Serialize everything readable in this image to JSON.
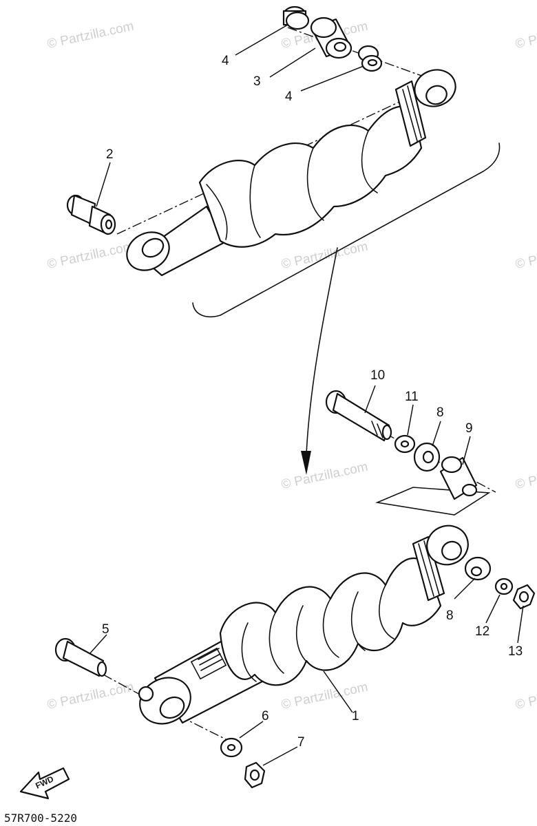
{
  "diagram": {
    "drawing_code": "57R700-5220",
    "fwd_label": "FWD",
    "watermark": "© Partzilla.com",
    "callouts": [
      "1",
      "2",
      "3",
      "4",
      "5",
      "6",
      "7",
      "8",
      "9",
      "10",
      "11",
      "12",
      "13"
    ]
  }
}
